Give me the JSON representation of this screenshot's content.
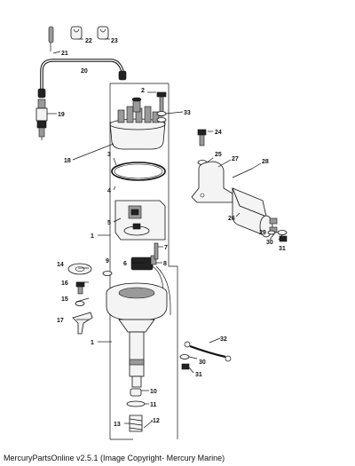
{
  "diagram": {
    "callouts": [
      {
        "id": "1"
      },
      {
        "id": "1b"
      },
      {
        "id": "2"
      },
      {
        "id": "3"
      },
      {
        "id": "4"
      },
      {
        "id": "5"
      },
      {
        "id": "6"
      },
      {
        "id": "7"
      },
      {
        "id": "8"
      },
      {
        "id": "9"
      },
      {
        "id": "10"
      },
      {
        "id": "11"
      },
      {
        "id": "12"
      },
      {
        "id": "13"
      },
      {
        "id": "14"
      },
      {
        "id": "15"
      },
      {
        "id": "16"
      },
      {
        "id": "17"
      },
      {
        "id": "18"
      },
      {
        "id": "19"
      },
      {
        "id": "20"
      },
      {
        "id": "21"
      },
      {
        "id": "22"
      },
      {
        "id": "23"
      },
      {
        "id": "24"
      },
      {
        "id": "25"
      },
      {
        "id": "26"
      },
      {
        "id": "27"
      },
      {
        "id": "28"
      },
      {
        "id": "29"
      },
      {
        "id": "30"
      },
      {
        "id": "30b"
      },
      {
        "id": "31"
      },
      {
        "id": "31b"
      },
      {
        "id": "32"
      },
      {
        "id": "33"
      }
    ],
    "labels": {
      "c1": "1",
      "c1b": "1",
      "c2": "2",
      "c3": "3",
      "c4": "4",
      "c5": "5",
      "c6": "6",
      "c7": "7",
      "c8": "8",
      "c9": "9",
      "c10": "10",
      "c11": "11",
      "c12": "12",
      "c13": "13",
      "c14": "14",
      "c15": "15",
      "c16": "16",
      "c17": "17",
      "c18": "18",
      "c19": "19",
      "c20": "20",
      "c21": "21",
      "c22": "22",
      "c23": "23",
      "c24": "24",
      "c25": "25",
      "c26": "26",
      "c27": "27",
      "c28": "28",
      "c29": "29",
      "c30": "30",
      "c30b": "30",
      "c31": "31",
      "c31b": "31",
      "c32": "32",
      "c33": "33"
    }
  },
  "footer": {
    "text": "MercuryPartsOnline v2.5.1 (Image Copyright- Mercury Marine)"
  }
}
